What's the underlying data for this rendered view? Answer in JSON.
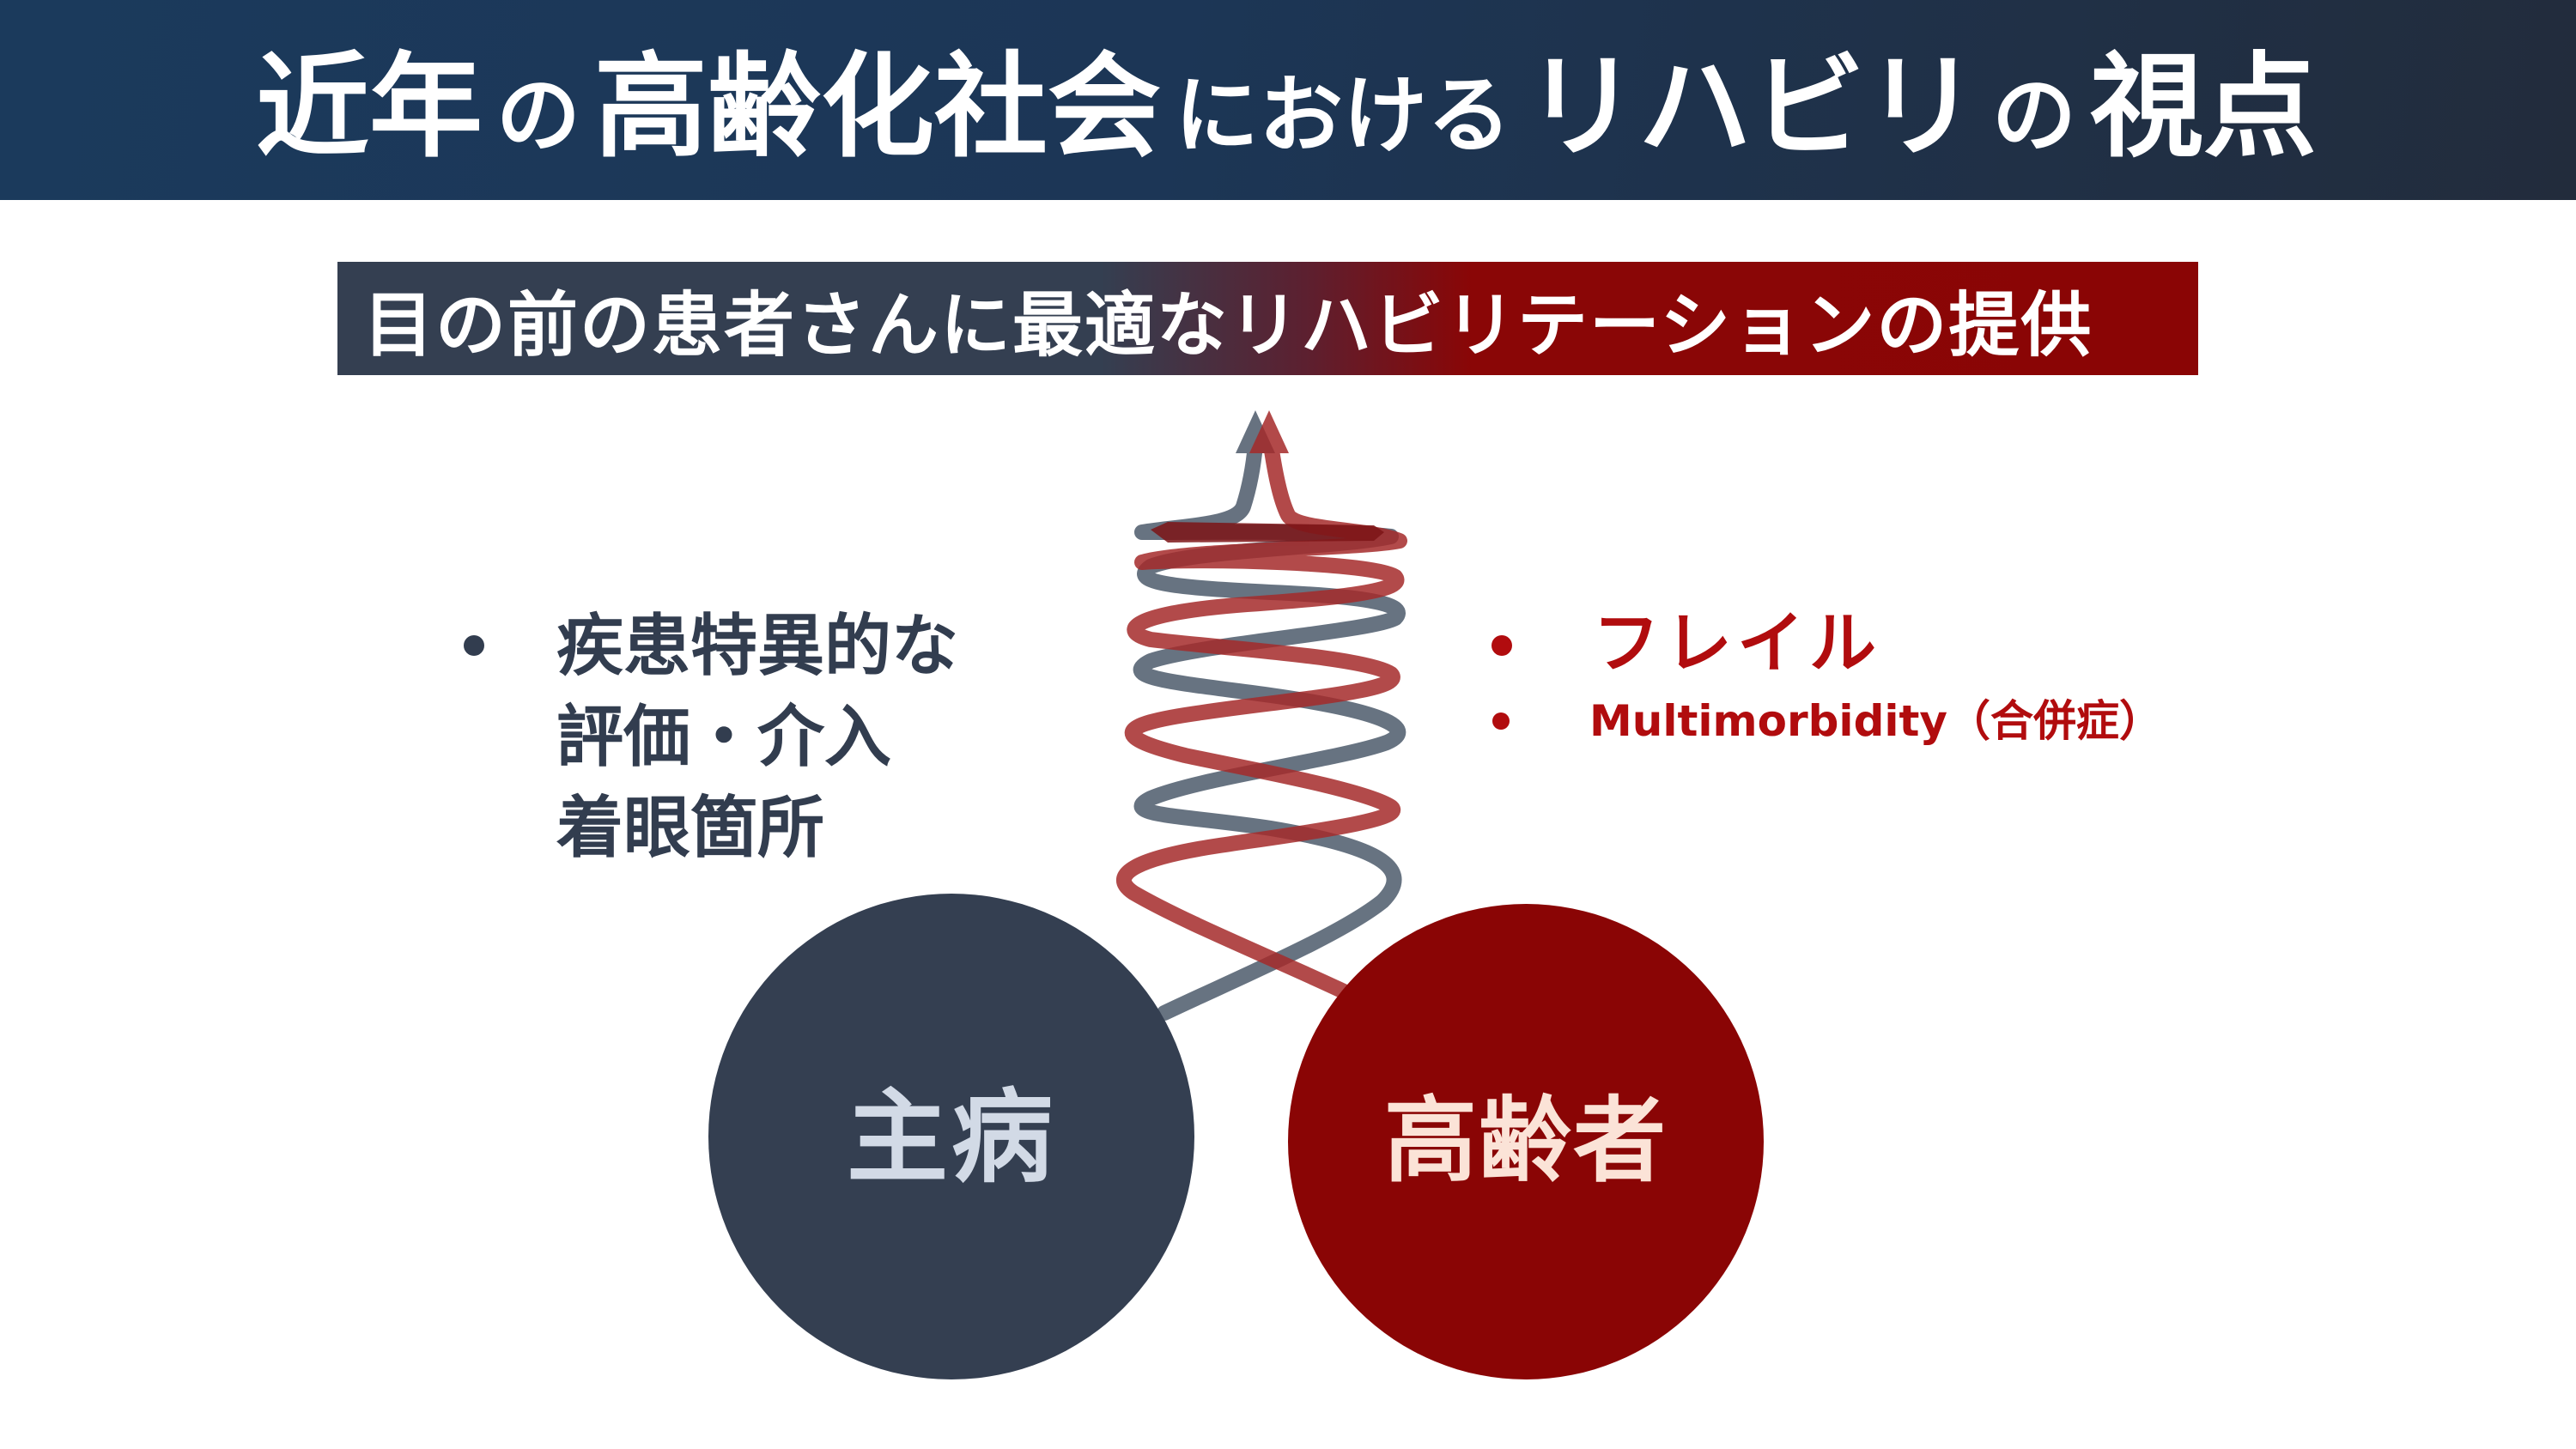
{
  "header": {
    "title_parts": [
      {
        "text": "近年",
        "size": "big"
      },
      {
        "text": "の",
        "size": "small"
      },
      {
        "text": "高齢化社会",
        "size": "big"
      },
      {
        "text": "における",
        "size": "small"
      },
      {
        "text": "リハビリ",
        "size": "big"
      },
      {
        "text": "の",
        "size": "small"
      },
      {
        "text": "視点",
        "size": "big"
      }
    ],
    "title_full": "近年の高齢化社会におけるリハビリの視点"
  },
  "banner": {
    "text": "目の前の患者さんに最適なリハビリテーションの提供"
  },
  "left_list": {
    "items": [
      {
        "lines": [
          "疾患特異的な",
          "評価・介入",
          "着眼箇所"
        ]
      }
    ]
  },
  "right_list": {
    "items": [
      {
        "text": "フレイル"
      },
      {
        "text": "Multimorbidity（合併症）"
      }
    ]
  },
  "circles": {
    "left": {
      "label": "主病"
    },
    "right": {
      "label": "高齢者"
    }
  },
  "colors": {
    "header_start": "#1b3a5c",
    "header_end": "#222c3c",
    "slate": "#343f51",
    "dark_red": "#8a0505",
    "accent_red_text": "#b10c0e",
    "helix_gray": "#5f6b7a",
    "helix_red": "#a52a2a",
    "left_circle_text": "#d2dae6",
    "right_circle_text": "#fbe3d7"
  }
}
